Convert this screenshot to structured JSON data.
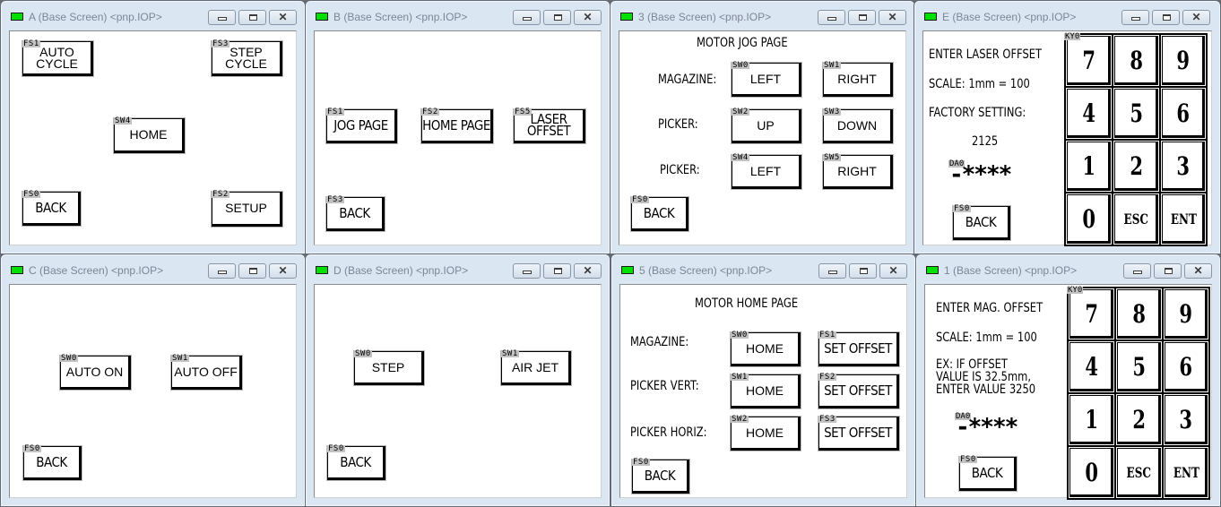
{
  "window_controls": {
    "minimize": "minimize",
    "maximize": "maximize",
    "close": "✕"
  },
  "windows": {
    "A": {
      "title": "A (Base Screen) <pnp.IOP>",
      "buttons": [
        {
          "tag": "FS1",
          "label": "AUTO\nCYCLE"
        },
        {
          "tag": "FS3",
          "label": "STEP\nCYCLE"
        },
        {
          "tag": "SW4",
          "label": "HOME"
        },
        {
          "tag": "FS0",
          "label": "BACK"
        },
        {
          "tag": "FS2",
          "label": "SETUP"
        }
      ]
    },
    "B": {
      "title": "B (Base Screen) <pnp.IOP>",
      "buttons": [
        {
          "tag": "FS1",
          "label": "JOG PAGE"
        },
        {
          "tag": "FS2",
          "label": "HOME PAGE"
        },
        {
          "tag": "FS5",
          "label": "LASER\nOFFSET"
        },
        {
          "tag": "FS3",
          "label": "BACK"
        }
      ]
    },
    "W3": {
      "title": "3 (Base Screen) <pnp.IOP>",
      "heading": "MOTOR JOG PAGE",
      "rows": [
        {
          "label": "MAGAZINE:",
          "btn1": {
            "tag": "SW0",
            "label": "LEFT"
          },
          "btn2": {
            "tag": "SW1",
            "label": "RIGHT"
          }
        },
        {
          "label": "PICKER:",
          "btn1": {
            "tag": "SW2",
            "label": "UP"
          },
          "btn2": {
            "tag": "SW3",
            "label": "DOWN"
          }
        },
        {
          "label": "PICKER:",
          "btn1": {
            "tag": "SW4",
            "label": "LEFT"
          },
          "btn2": {
            "tag": "SW5",
            "label": "RIGHT"
          }
        }
      ],
      "back": {
        "tag": "FS0",
        "label": "BACK"
      }
    },
    "E": {
      "title": "E (Base Screen) <pnp.IOP>",
      "lines": [
        "ENTER LASER OFFSET",
        "SCALE: 1mm = 100",
        "FACTORY SETTING:"
      ],
      "factory_value": "2125",
      "input": {
        "tag": "DA0",
        "mask": "-****"
      },
      "back": {
        "tag": "FS0",
        "label": "BACK"
      },
      "keypad": {
        "tag": "KY0",
        "keys": [
          "7",
          "8",
          "9",
          "4",
          "5",
          "6",
          "1",
          "2",
          "3",
          "0",
          "ESC",
          "ENT"
        ]
      }
    },
    "C": {
      "title": "C (Base Screen) <pnp.IOP>",
      "buttons": [
        {
          "tag": "SW0",
          "label": "AUTO ON"
        },
        {
          "tag": "SW1",
          "label": "AUTO OFF"
        },
        {
          "tag": "FS0",
          "label": "BACK"
        }
      ]
    },
    "D": {
      "title": "D (Base Screen) <pnp.IOP>",
      "buttons": [
        {
          "tag": "SW0",
          "label": "STEP"
        },
        {
          "tag": "SW1",
          "label": "AIR JET"
        },
        {
          "tag": "FS0",
          "label": "BACK"
        }
      ]
    },
    "W5": {
      "title": "5 (Base Screen) <pnp.IOP>",
      "heading": "MOTOR HOME PAGE",
      "rows": [
        {
          "label": "MAGAZINE:",
          "btn1": {
            "tag": "SW0",
            "label": "HOME"
          },
          "btn2": {
            "tag": "FS1",
            "label": "SET OFFSET"
          }
        },
        {
          "label": "PICKER VERT:",
          "btn1": {
            "tag": "SW1",
            "label": "HOME"
          },
          "btn2": {
            "tag": "FS2",
            "label": "SET OFFSET"
          }
        },
        {
          "label": "PICKER HORIZ:",
          "btn1": {
            "tag": "SW2",
            "label": "HOME"
          },
          "btn2": {
            "tag": "FS3",
            "label": "SET OFFSET"
          }
        }
      ],
      "back": {
        "tag": "FS0",
        "label": "BACK"
      }
    },
    "W1": {
      "title": "1 (Base Screen) <pnp.IOP>",
      "lines": [
        "ENTER MAG. OFFSET",
        "SCALE: 1mm = 100",
        "EX: IF OFFSET",
        "VALUE IS 32.5mm,",
        "ENTER VALUE 3250"
      ],
      "input": {
        "tag": "DA0",
        "mask": "-****"
      },
      "back": {
        "tag": "FS0",
        "label": "BACK"
      },
      "keypad": {
        "tag": "KY0",
        "keys": [
          "7",
          "8",
          "9",
          "4",
          "5",
          "6",
          "1",
          "2",
          "3",
          "0",
          "ESC",
          "ENT"
        ]
      }
    }
  },
  "colors": {
    "led": "#00e000",
    "frame": "#dbe6f3",
    "title_text": "#7c8694",
    "tag_bg": "#c2c2c2"
  }
}
